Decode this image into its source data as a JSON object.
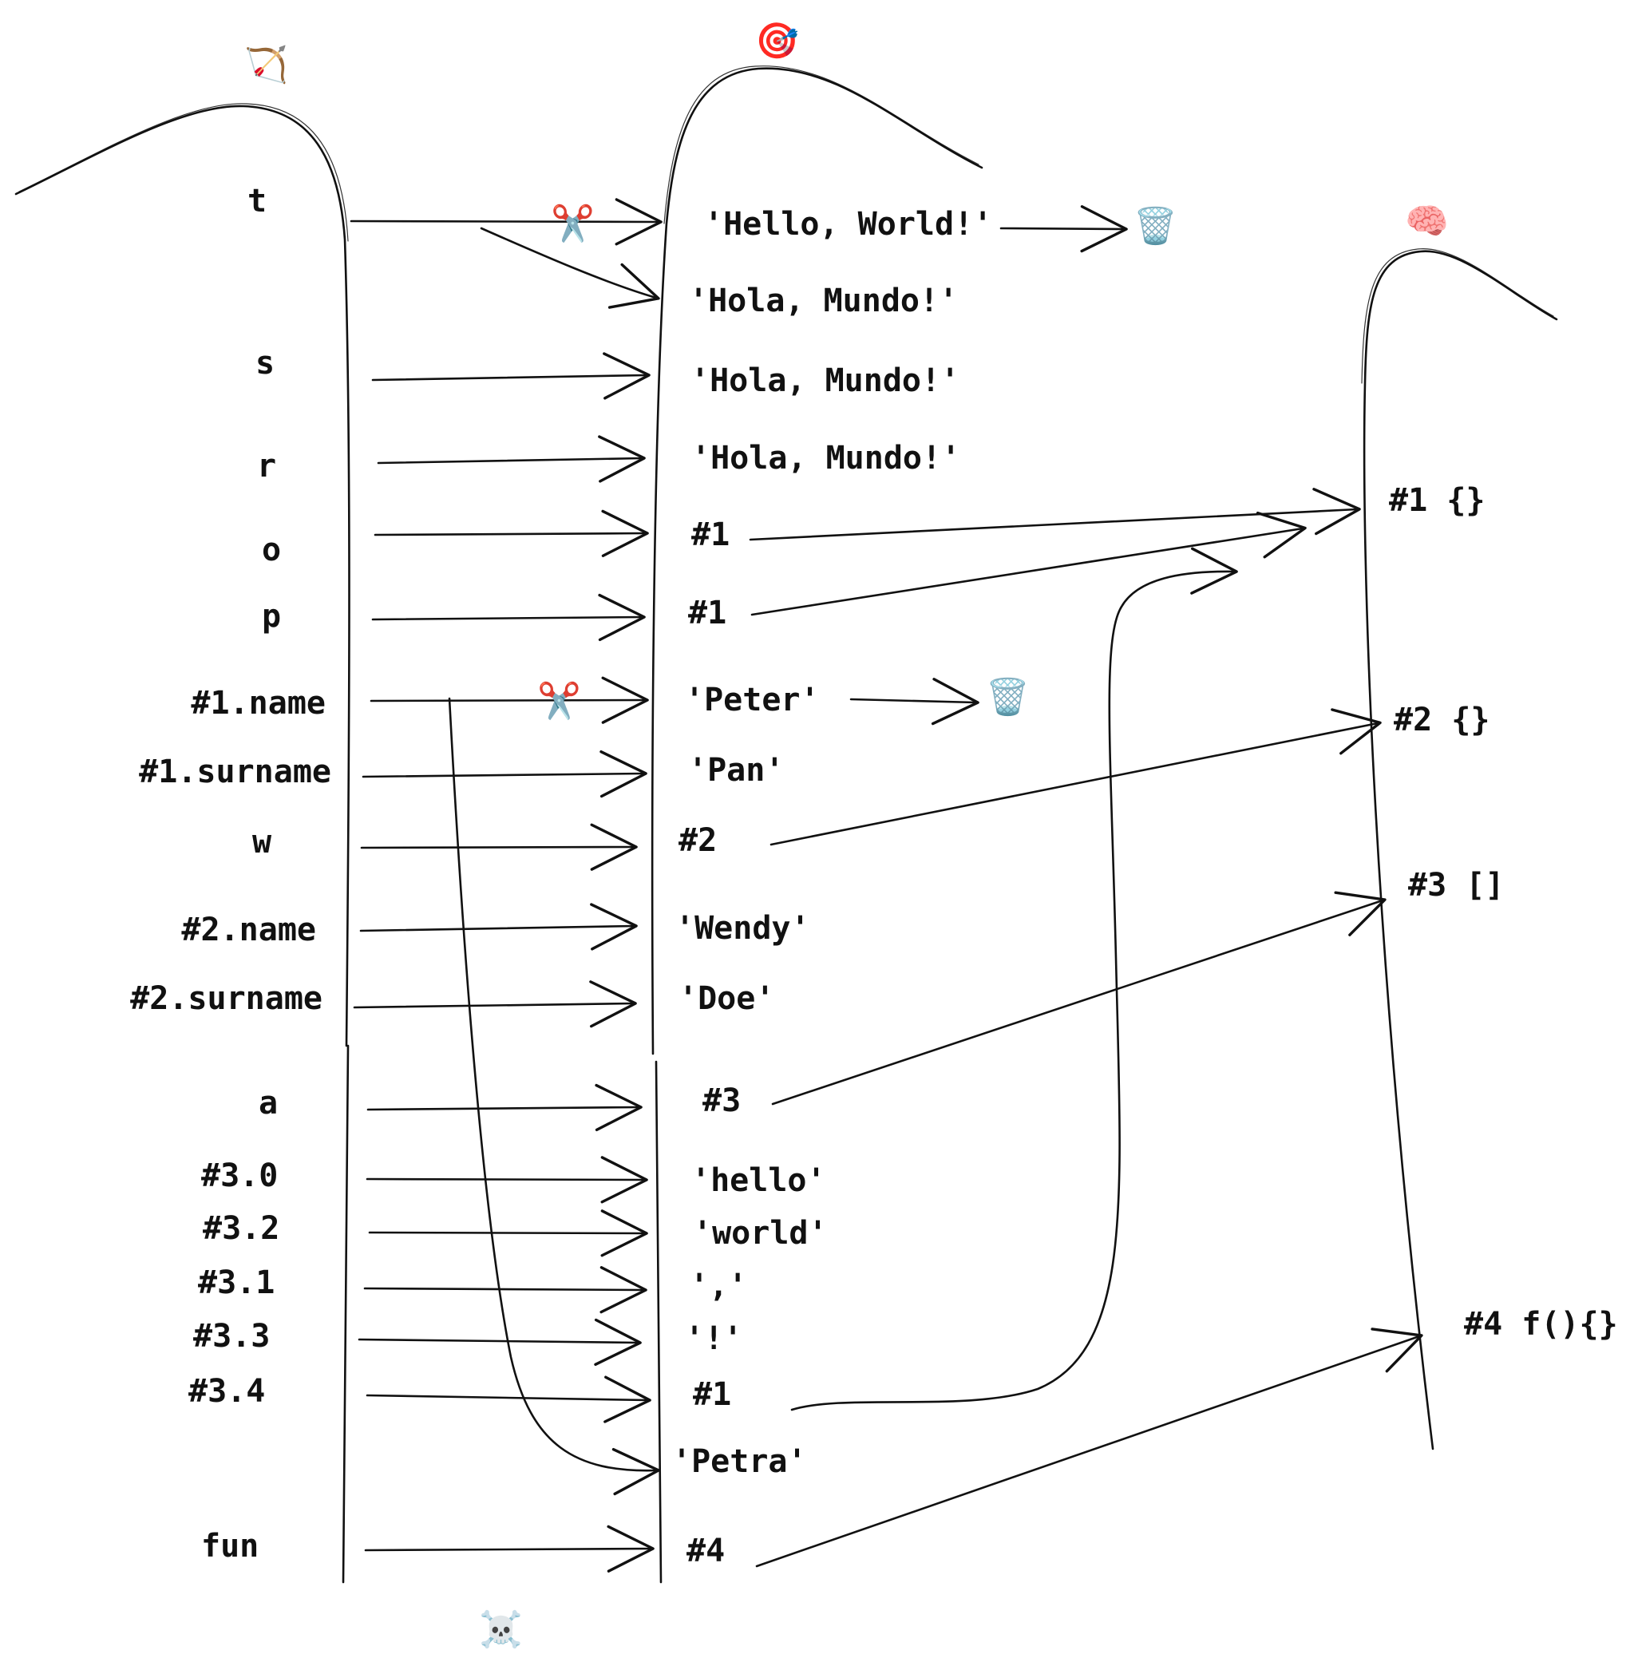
{
  "variables": {
    "t": "t",
    "s": "s",
    "r": "r",
    "o": "o",
    "p": "p",
    "p1_name": "#1.name",
    "p1_surname": "#1.surname",
    "w": "w",
    "p2_name": "#2.name",
    "p2_surname": "#2.surname",
    "a": "a",
    "a0": "#3.0",
    "a2": "#3.2",
    "a1": "#3.1",
    "a3": "#3.3",
    "a4": "#3.4",
    "fun": "fun"
  },
  "values": {
    "hello_world": "'Hello, World!'",
    "hola_1": "'Hola, Mundo!'",
    "hola_2": "'Hola, Mundo!'",
    "hola_3": "'Hola, Mundo!'",
    "ref_o": "#1",
    "ref_p": "#1",
    "peter": "'Peter'",
    "pan": "'Pan'",
    "ref_w": "#2",
    "wendy": "'Wendy'",
    "doe": "'Doe'",
    "ref_a": "#3",
    "hello": "'hello'",
    "world": "'world'",
    "comma": "','",
    "bang": "'!'",
    "ref_a4": "#1",
    "petra": "'Petra'",
    "ref_fun": "#4"
  },
  "objects": {
    "obj1": "#1 {}",
    "obj2": "#2 {}",
    "obj3": "#3 []",
    "obj4": "#4 f(){}"
  },
  "icons": {
    "variables_icon": "bow-and-arrow-icon",
    "values_icon": "target-icon",
    "objects_icon": "brain-icon",
    "trash_1": "wastebasket-icon",
    "trash_2": "wastebasket-icon",
    "scissors_1": "scissors-icon",
    "scissors_2": "scissors-icon",
    "skull": "skull-and-crossbones-icon"
  }
}
